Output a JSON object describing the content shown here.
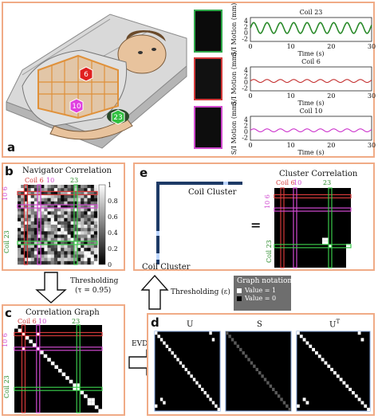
{
  "panel_a": {
    "label": "a",
    "patient_coils": [
      "6",
      "10",
      "23"
    ],
    "plots": [
      {
        "title": "Coil 23",
        "color": "#2a8a2a",
        "ylabel": "S/I Motion (mm)",
        "xlabel": "Time (s)",
        "yticks": [
          "4",
          "2",
          "0",
          "-2"
        ],
        "xticks": [
          "0",
          "10",
          "20",
          "30"
        ],
        "thumb_border": "#2fa84a"
      },
      {
        "title": "Coil 6",
        "color": "#c43030",
        "ylabel": "S/I Motion (mm)",
        "xlabel": "Time (s)",
        "yticks": [
          "4",
          "2",
          "0",
          "-2"
        ],
        "xticks": [
          "0",
          "10",
          "20",
          "30"
        ],
        "thumb_border": "#d33a3a"
      },
      {
        "title": "Coil 10",
        "color": "#cc33cc",
        "ylabel": "S/I Motion (mm)",
        "xlabel": "Time (s)",
        "yticks": [
          "4",
          "2",
          "0",
          "-2"
        ],
        "xticks": [
          "0",
          "10",
          "20",
          "30"
        ],
        "thumb_border": "#d04ad0"
      }
    ]
  },
  "panel_b": {
    "label": "b",
    "title": "Navigator Correlation",
    "coil6": "Coil 6",
    "coil10": "10",
    "coil23": "23",
    "left6": "6",
    "left10": "10 6",
    "left23": "Coil 23",
    "colorbar_ticks": [
      "1",
      "0.8",
      "0.6",
      "0.4",
      "0.2",
      "0"
    ]
  },
  "threshold_b": {
    "text": "Thresholding",
    "param": "(τ = 0.95)"
  },
  "panel_c": {
    "label": "c",
    "title": "Correlation Graph",
    "coil6": "Coil 6",
    "coil10": "10",
    "coil23": "23",
    "left10": "10 6",
    "left23": "Coil 23"
  },
  "evd": {
    "text": "EVD"
  },
  "panel_d": {
    "label": "d",
    "matrix_titles": [
      "U",
      "S",
      "U"
    ],
    "transpose_sup": "T"
  },
  "panel_e": {
    "label": "e",
    "coil_cluster_top": "Coil Cluster",
    "coil_cluster_left": "Coil Cluster",
    "equals": "=",
    "cc_title": "Cluster Correlation",
    "coil6": "Coil 6",
    "coil10": "10",
    "coil23": "23",
    "left10": "10 6",
    "left23": "Coil 23"
  },
  "threshold_e": {
    "text": "Thresholding",
    "param": "(ε)"
  },
  "graph_notation": {
    "title": "Graph notation",
    "value1": "Value = 1",
    "value0": "Value = 0"
  },
  "colors": {
    "panel_border": "#f0ab86",
    "red_line": "#d33a3a",
    "magenta_line": "#d04ad0",
    "green_line": "#3ac94a",
    "blue_accent": "#2a4f8a"
  }
}
